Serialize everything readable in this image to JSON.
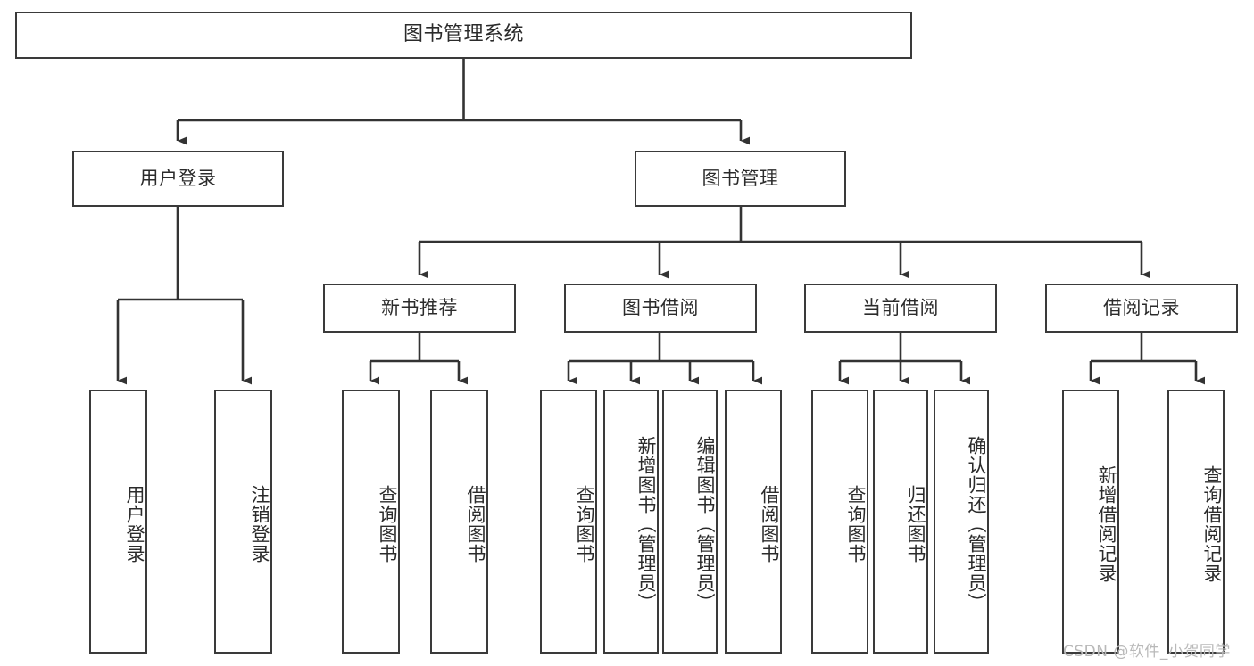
{
  "diagram": {
    "title": "图书管理系统",
    "type": "tree",
    "orientation": "top-down",
    "colors": {
      "box_border": "#3a3a3a",
      "box_fill": "#ffffff",
      "edge": "#333333",
      "text": "#2b2b2b",
      "watermark": "#b9b9b9",
      "background": "#ffffff"
    }
  },
  "root": {
    "id": "root",
    "label": "图书管理系统"
  },
  "level2": [
    {
      "id": "user-login",
      "label": "用户登录"
    },
    {
      "id": "book-management",
      "label": "图书管理"
    }
  ],
  "level3": [
    {
      "id": "new-book-recommend",
      "label": "新书推荐"
    },
    {
      "id": "book-borrow",
      "label": "图书借阅"
    },
    {
      "id": "current-borrow",
      "label": "当前借阅"
    },
    {
      "id": "borrow-record",
      "label": "借阅记录"
    }
  ],
  "leaves": {
    "user_login": [
      {
        "id": "leaf-user-login",
        "label": "用户登录"
      },
      {
        "id": "leaf-logout-login",
        "label": "注销登录"
      }
    ],
    "new_book_recommend": [
      {
        "id": "leaf-query-book-1",
        "label": "查询图书"
      },
      {
        "id": "leaf-borrow-book-1",
        "label": "借阅图书"
      }
    ],
    "book_borrow": [
      {
        "id": "leaf-query-book-2",
        "label": "查询图书"
      },
      {
        "id": "leaf-add-book",
        "label": "新增图书（管理员）"
      },
      {
        "id": "leaf-edit-book",
        "label": "编辑图书（管理员）"
      },
      {
        "id": "leaf-borrow-book-2",
        "label": "借阅图书"
      }
    ],
    "current_borrow": [
      {
        "id": "leaf-query-book-3",
        "label": "查询图书"
      },
      {
        "id": "leaf-return-book",
        "label": "归还图书"
      },
      {
        "id": "leaf-confirm-return",
        "label": "确认归还（管理员）"
      }
    ],
    "borrow_record": [
      {
        "id": "leaf-add-record",
        "label": "新增借阅记录"
      },
      {
        "id": "leaf-query-record",
        "label": "查询借阅记录"
      }
    ]
  },
  "watermark": {
    "text": "CSDN @软件_小贺同学"
  }
}
